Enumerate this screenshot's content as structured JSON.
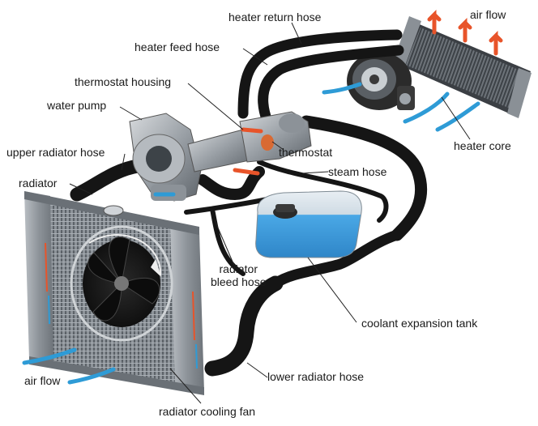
{
  "labels": {
    "heater_return_hose": "heater return hose",
    "air_flow_top": "air flow",
    "heater_feed_hose": "heater feed hose",
    "thermostat_housing": "thermostat housing",
    "water_pump": "water pump",
    "upper_radiator_hose": "upper radiator hose",
    "thermostat": "thermostat",
    "heater_core": "heater core",
    "radiator": "radiator",
    "steam_hose": "steam hose",
    "radiator_bleed_hose": "radiator\nbleed hose",
    "coolant_expansion_tank": "coolant expansion tank",
    "air_flow_bottom": "air flow",
    "lower_radiator_hose": "lower radiator hose",
    "radiator_cooling_fan": "radiator cooling fan"
  },
  "colors": {
    "hose": "#151515",
    "metal": "#9aa0a6",
    "coolant": "#3fa0e0",
    "hot_arrow": "#e8542a",
    "cool_arrow": "#2e9bd6"
  }
}
